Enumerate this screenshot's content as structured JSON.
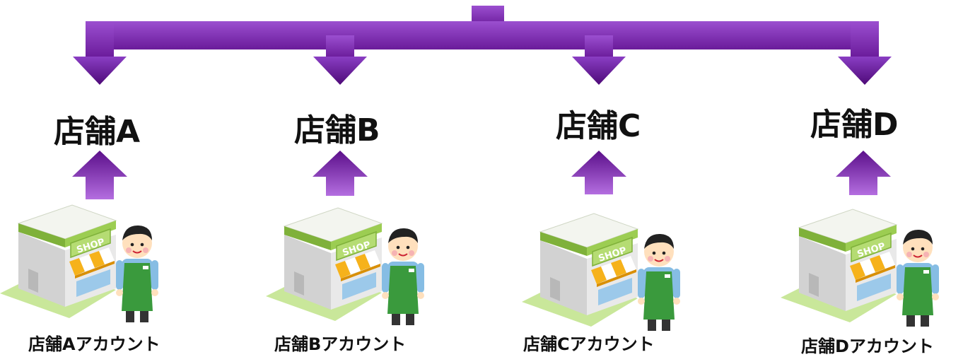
{
  "colors": {
    "arrow_light": "#9b4fd0",
    "arrow_dark": "#5b0f8a",
    "shop_roof": "#eef2ea",
    "shop_wall": "#e6e6e6",
    "shop_trim": "#8cc63f",
    "awning_yellow": "#f6b21b",
    "ground": "#c9e79a",
    "apron": "#3a9a3d",
    "shirt": "#86bde4"
  },
  "icons": [
    "distribution-arrow",
    "up-arrow",
    "shop-building",
    "shopkeeper"
  ],
  "stores": [
    {
      "title": "店舗A",
      "sign": "SHOP",
      "account": "店舗Aアカウント"
    },
    {
      "title": "店舗B",
      "sign": "SHOP",
      "account": "店舗Bアカウント"
    },
    {
      "title": "店舗C",
      "sign": "SHOP",
      "account": "店舗Cアカウント"
    },
    {
      "title": "店舗D",
      "sign": "SHOP",
      "account": "店舗Dアカウント"
    }
  ]
}
